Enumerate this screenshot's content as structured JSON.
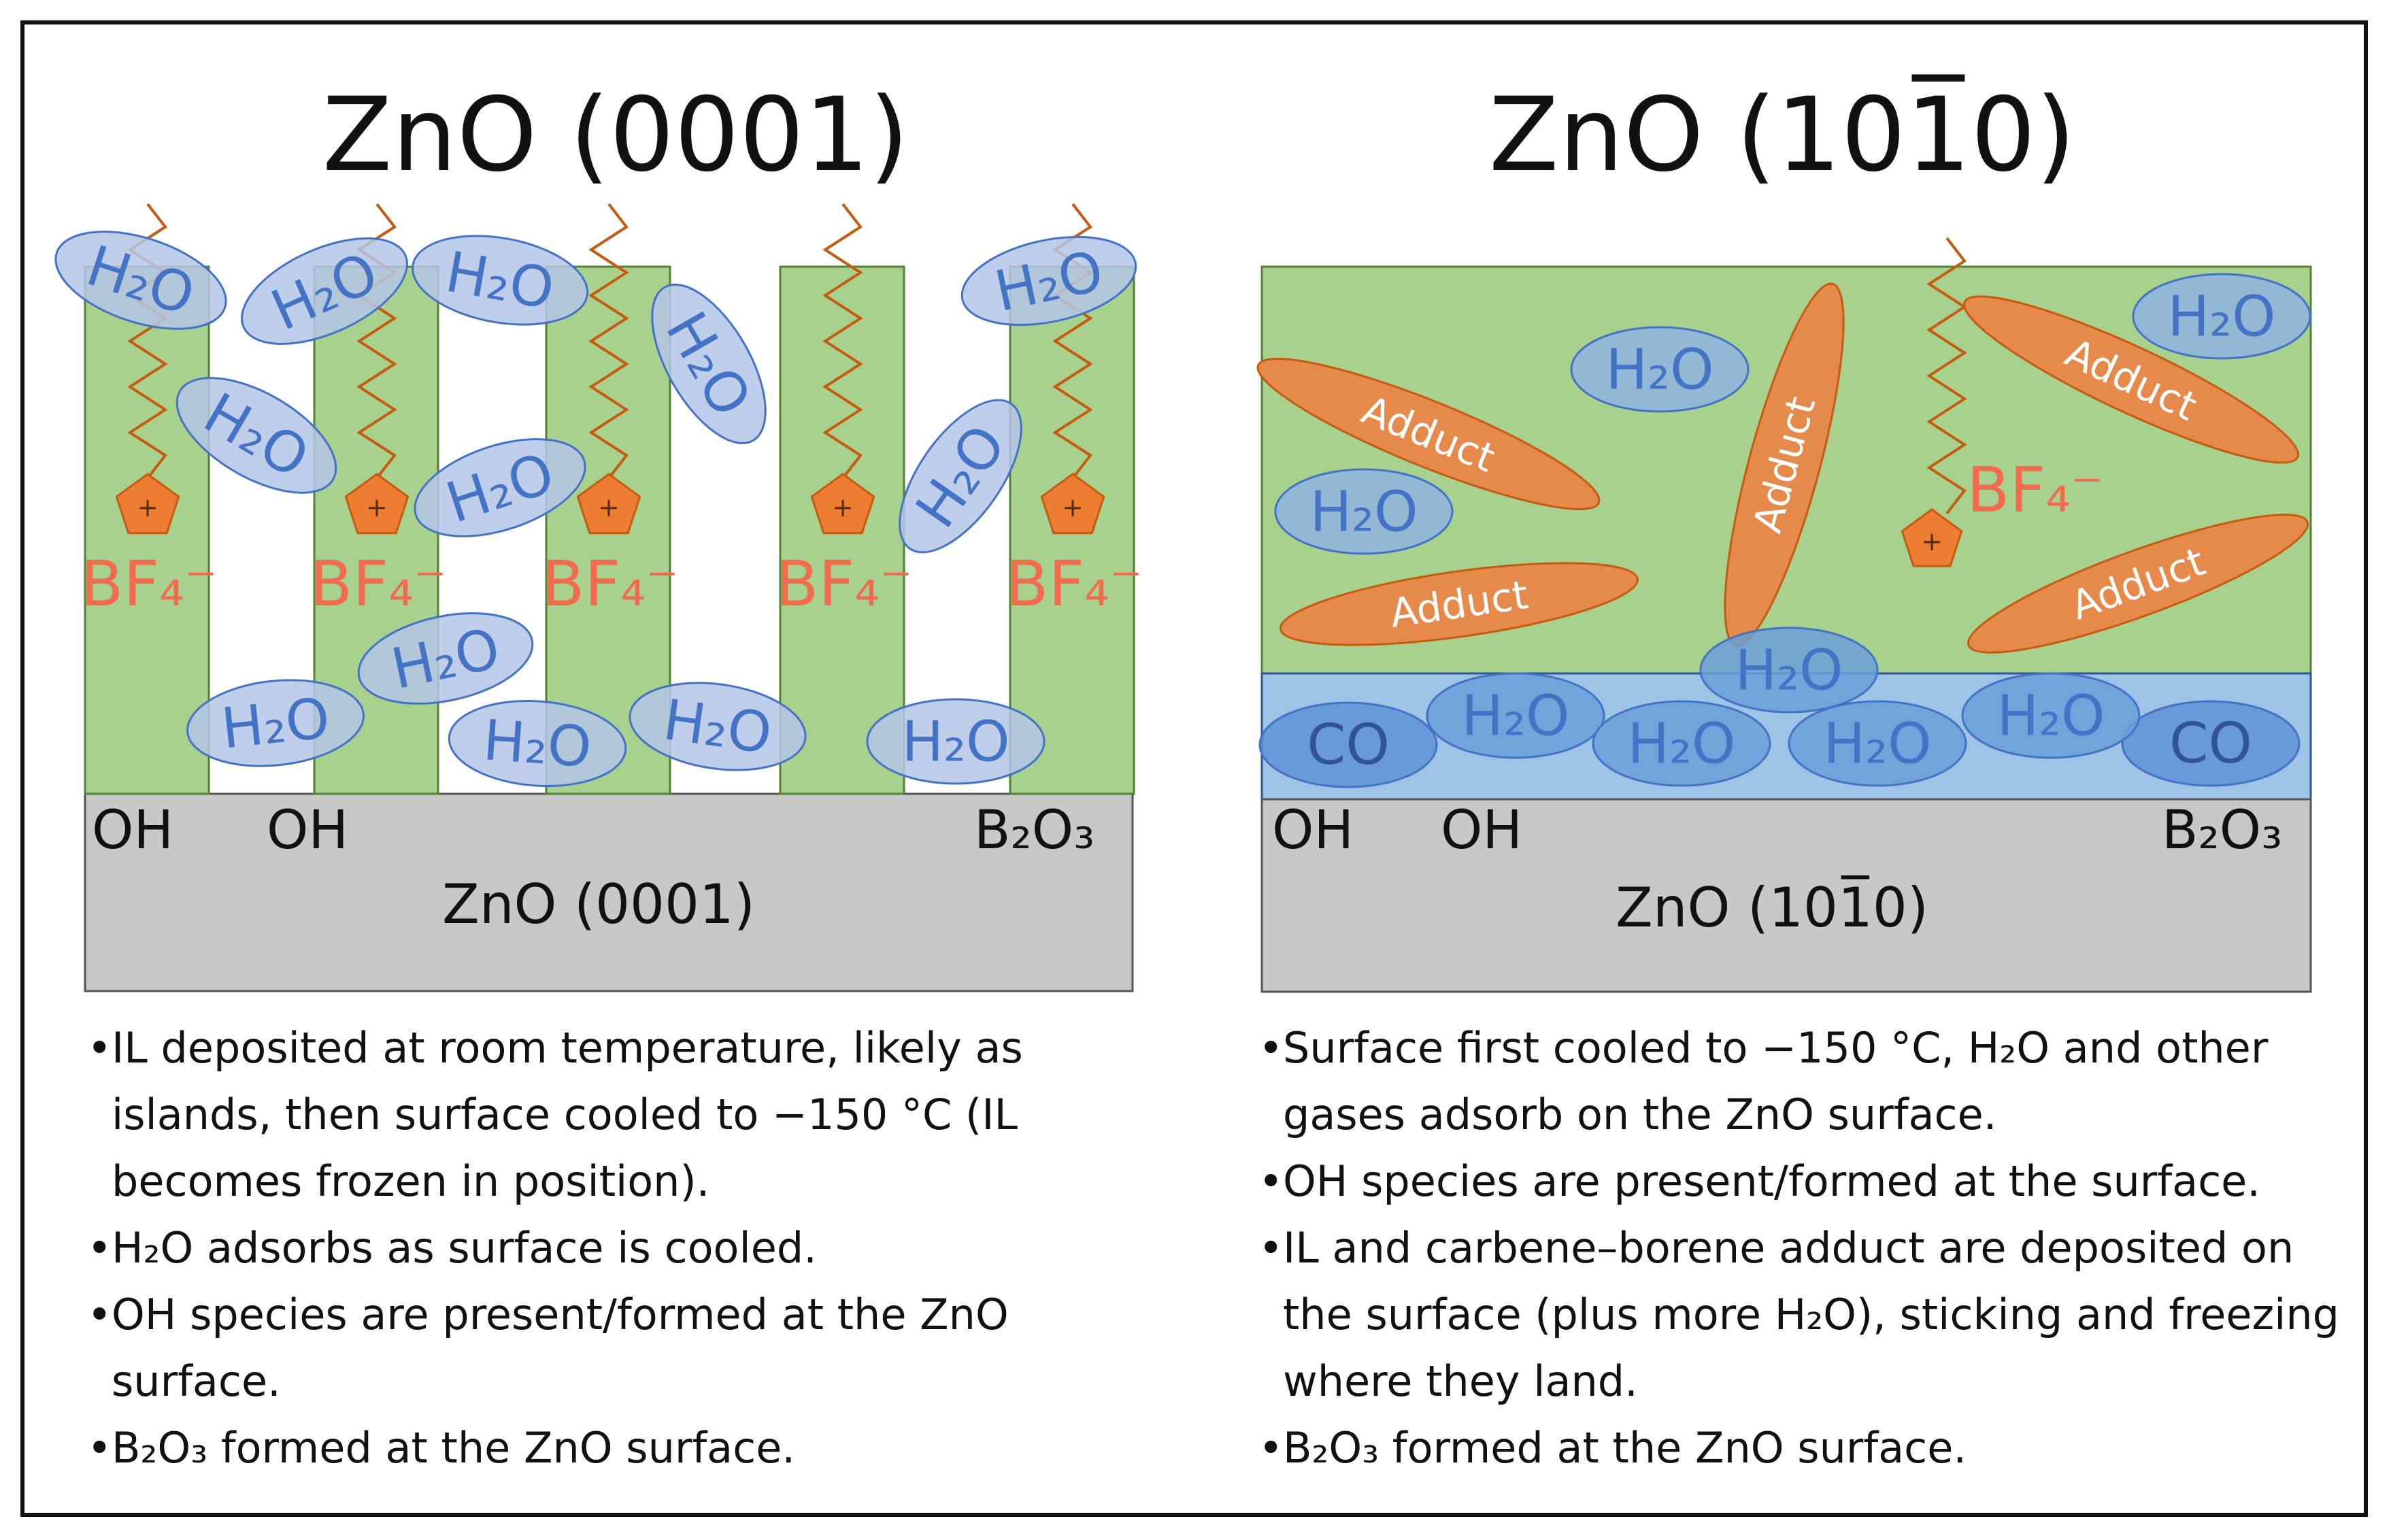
{
  "left_panel": {
    "title": "ZnO (0001)",
    "substrate_label": "ZnO (0001)",
    "water_label": "H₂O",
    "anion_label": "BF₄⁻",
    "cation_symbol": "+",
    "surface_labels": [
      "OH",
      "OH",
      "B₂O₃"
    ],
    "bullets": [
      "IL deposited at room temperature, likely as islands, then surface cooled to −150 °C (IL becomes frozen in position).",
      "H₂O adsorbs as surface is cooled.",
      "OH species are present/formed at the ZnO surface.",
      "B₂O₃ formed at the ZnO surface."
    ]
  },
  "right_panel": {
    "title": "ZnO (101̅0)",
    "substrate_label": "ZnO (101̅0)",
    "water_label": "H₂O",
    "co_label": "CO",
    "adduct_label": "Adduct",
    "anion_label": "BF₄⁻",
    "cation_symbol": "+",
    "surface_labels": [
      "OH",
      "OH",
      "B₂O₃"
    ],
    "bullets": [
      "Surface first cooled to −150 °C, H₂O and other gases adsorb on the ZnO surface.",
      "OH species are present/formed at the surface.",
      "IL and carbene–borene adduct are deposited on the surface (plus more H₂O), sticking and freezing where they land.",
      "B₂O₃ formed at the ZnO surface."
    ]
  },
  "colors": {
    "il_green": "#a9d18e",
    "il_border": "#548235",
    "substrate_grey": "#c8c8c8",
    "water_fill": "#b4c7e7",
    "water_stroke": "#4472c4",
    "water_text": "#4472c4",
    "cation_orange": "#ed7d31",
    "anion_text": "#f26b4f",
    "adduct_orange": "#e58a4b",
    "gas_layer_blue": "#9dc3e6"
  }
}
